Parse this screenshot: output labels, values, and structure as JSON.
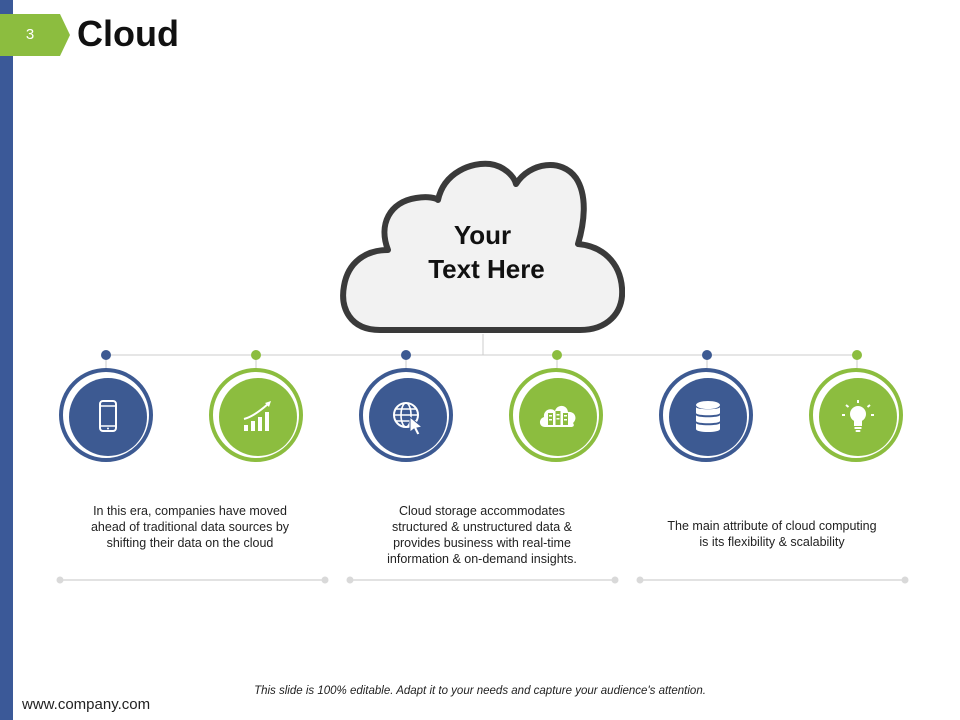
{
  "slide": {
    "number": "3",
    "title": "Cloud",
    "cloud_text_line1": "Your",
    "cloud_text_line2": "Text Here"
  },
  "icons": [
    {
      "name": "smartphone-icon",
      "style": "blue"
    },
    {
      "name": "growth-chart-icon",
      "style": "green"
    },
    {
      "name": "globe-cursor-icon",
      "style": "blue"
    },
    {
      "name": "cloud-server-icon",
      "style": "green"
    },
    {
      "name": "database-icon",
      "style": "blue"
    },
    {
      "name": "lightbulb-icon",
      "style": "green"
    }
  ],
  "descriptions": {
    "left": [
      "In this era, companies have  moved",
      "ahead of traditional data sources by",
      "shifting their data on the cloud"
    ],
    "center": [
      "Cloud storage accommodates",
      "structured & unstructured data &",
      "provides  business with real-time",
      "information & on-demand insights."
    ],
    "right": [
      "The main attribute of cloud computing",
      "is its flexibility & scalability"
    ]
  },
  "footer": {
    "url": "www.company.com",
    "note": "This slide is 100% editable. Adapt it to your needs and capture your audience's attention."
  },
  "colors": {
    "blue": "#3d5a92",
    "green": "#8cbd3f",
    "sidebar": "#3b5998",
    "cloud_fill": "#f2f2f2",
    "cloud_stroke": "#3a3a3a"
  }
}
